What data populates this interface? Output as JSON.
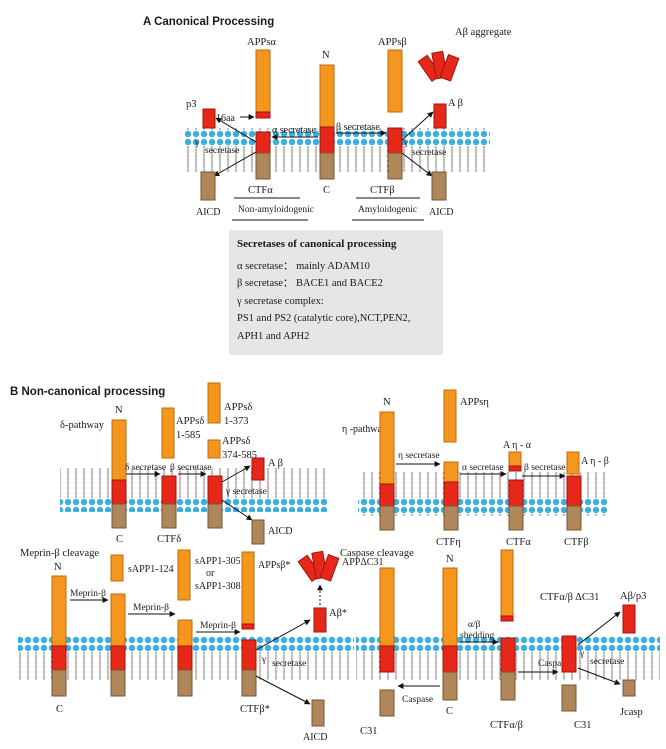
{
  "panel_a": {
    "title": "A Canonical Processing",
    "labels": {
      "appsa": "APPsα",
      "n": "N",
      "appsb": "APPsβ",
      "agg": "Aβ aggregate",
      "p3": "p3",
      "aa16": "16aa",
      "asec": "α secretase",
      "bsec": "β secretase",
      "ab": "A β",
      "g1": "γ",
      "sec1": "secretase",
      "g2": "γ",
      "sec2": "secretase",
      "ctfa": "CTFα",
      "c": "C",
      "ctfb": "CTFβ",
      "aicd1": "AICD",
      "aicd2": "AICD",
      "nonamy": "Non-amyloidogenic",
      "amy": "Amyloidogenic"
    },
    "secretase_box": {
      "title": "Secretases of canonical processing",
      "lines": [
        "α secretase：  mainly  ADAM10",
        "β secretase：  BACE1  and BACE2",
        "γ  secretase complex:",
        "PS1 and PS2 (catalytic core),NCT,PEN2,",
        "APH1 and APH2"
      ]
    }
  },
  "panel_b": {
    "title": "B Non-canonical processing",
    "delta": {
      "name": "δ-pathway",
      "n": "N",
      "appsd1": "APPsδ",
      "appsd1r": "1-585",
      "appsd2": "APPsδ",
      "appsd2r": "1-373",
      "appsd3": "APPsδ",
      "appsd3r": "374-585",
      "dsec": "δ secretase",
      "bsec": "β secretase",
      "ab": "A β",
      "gsec": "γ secretase",
      "c": "C",
      "ctfd": "CTFδ",
      "aicd": "AICD"
    },
    "eta": {
      "name": "η -pathway",
      "n": "N",
      "appsn": "APPsη",
      "nsec": "η secretase",
      "ana": "A η - α",
      "asec": "α  secretase",
      "bsec": "β secretase",
      "anb": "A η - β",
      "ctfn": "CTFη",
      "ctfa": "CTFα",
      "ctfb": "CTFβ"
    },
    "meprin": {
      "name": "Meprin-β cleavage",
      "n": "N",
      "sapp124": "sAPP1-124",
      "sapp305": "sAPP1-305",
      "or": "or",
      "sapp308": "sAPP1-308",
      "appsbs": "APPsβ*",
      "m1": "Meprin-β",
      "m2": "Meprin-β",
      "m3": "Meprin-β",
      "abs": "Aβ*",
      "g": "γ",
      "sec": "secretase",
      "c": "C",
      "ctfbs": "CTFβ*",
      "aicd": "AICD"
    },
    "caspase": {
      "name": "Caspase cleavage",
      "appdc31": "APPΔC31",
      "n": "N",
      "ab": "α/β",
      "shed": "shedding",
      "ctfabd": "CTFα/β ΔC31",
      "abp3": "Aβ/p3",
      "g": "γ",
      "sec": "secretase",
      "casp1": "Caspase",
      "casp2": "Caspase",
      "c31a": "C31",
      "c": "C",
      "ctfab": "CTFα/β",
      "c31b": "C31",
      "jcasp": "Jcasp"
    }
  },
  "colors": {
    "orange": "#f5961e",
    "orange_dark": "#c06a08",
    "red": "#e5281a",
    "red_dark": "#a61208",
    "brown": "#b0875a",
    "brown_dark": "#7a5530",
    "lipid": "#3aaee0",
    "box": "#e6e6e6"
  }
}
